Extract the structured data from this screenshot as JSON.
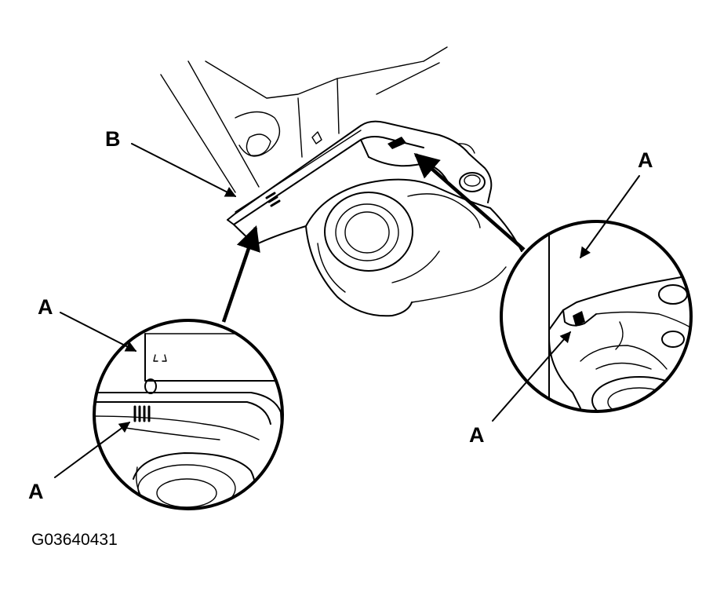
{
  "callouts": {
    "b_label": "B",
    "a_upper_left": "A",
    "a_lower_left": "A",
    "a_upper_right": "A",
    "a_lower_right": "A"
  },
  "figure_id": "G03640431"
}
